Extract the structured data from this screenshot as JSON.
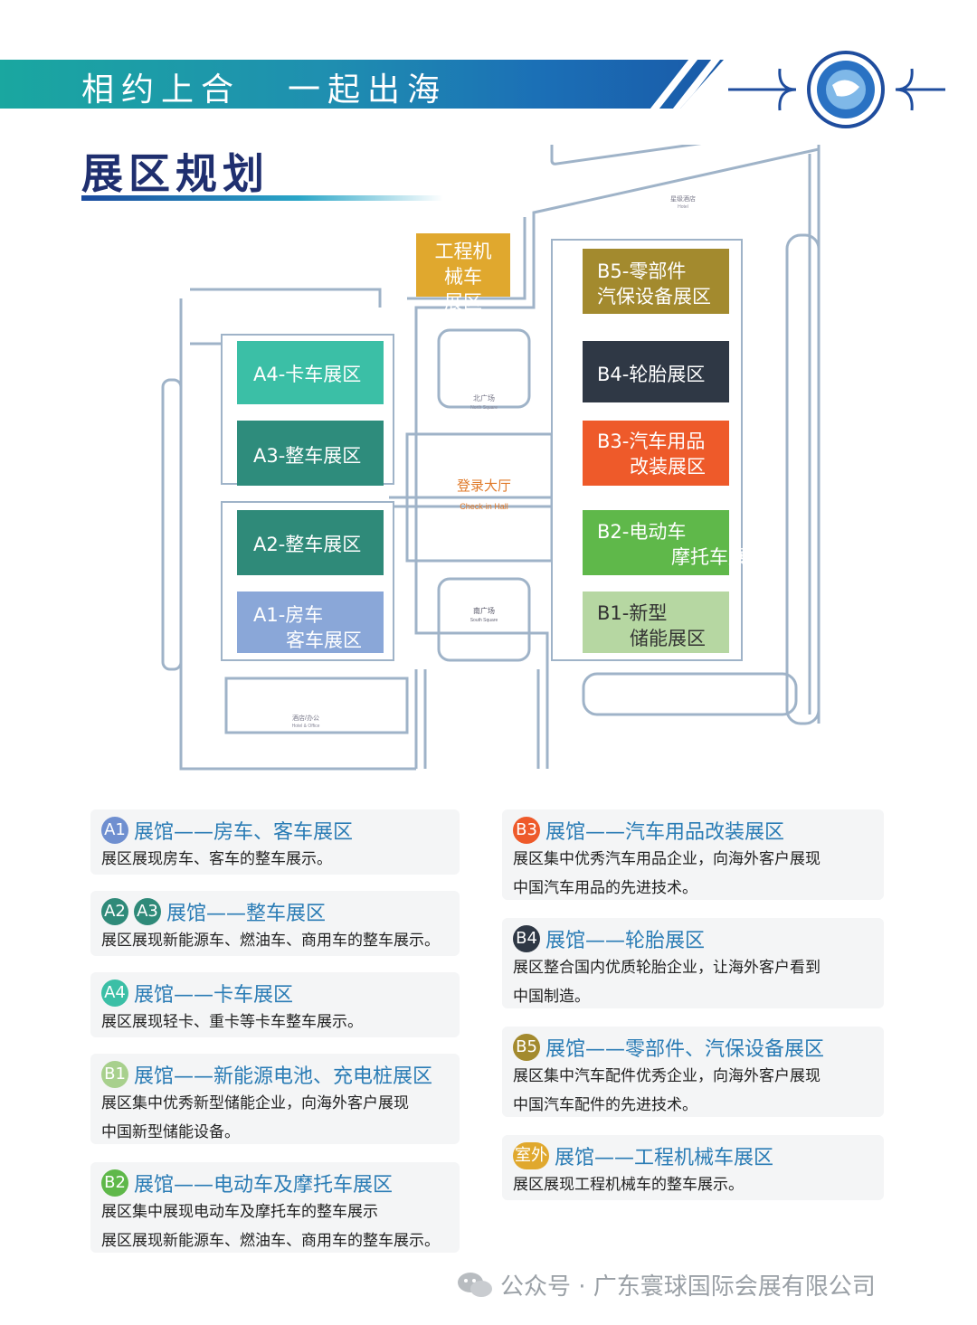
{
  "header": {
    "slogan_left": "相约上合",
    "slogan_right": "一起出海",
    "logo_icon": "expo-logo-icon"
  },
  "section_title": "展区规划",
  "map": {
    "zones": {
      "engineering": "工程机械车\n展区",
      "a4": "A4-卡车展区",
      "a3": "A3-整车展区",
      "a2": "A2-整车展区",
      "a1_line1": "A1-房车",
      "a1_line2": "客车展区",
      "b5_line1": "B5-零部件",
      "b5_line2": "汽保设备展区",
      "b4": "B4-轮胎展区",
      "b3_line1": "B3-汽车用品",
      "b3_line2": "改装展区",
      "b2_line1": "B2-电动车",
      "b2_line2": "摩托车展区",
      "b1_line1": "B1-新型",
      "b1_line2": "储能展区"
    },
    "hall_label": "登录大厅",
    "hall_label_en": "Check-in Hall",
    "north_square": "北广场",
    "north_square_en": "North Square",
    "south_square": "南广场",
    "south_square_en": "South Square",
    "hotel": "星级酒店",
    "hotel_en": "Hotel",
    "hotel_office": "酒店/办公",
    "hotel_office_en": "Hotel & Office",
    "colors": {
      "a4": "#3bbfa6",
      "a3": "#2e8c7c",
      "a2": "#2f8a79",
      "a1": "#8aa7d8",
      "b5": "#a38a2e",
      "b4": "#2f3845",
      "b3": "#ee5a2a",
      "b2": "#5fb84a",
      "b1": "#b6d7a2",
      "engineering": "#e0a82e"
    }
  },
  "cards": [
    {
      "badges": [
        "A1"
      ],
      "title": "展馆——房车、客车展区",
      "desc": [
        "展区展现房车、客车的整车展示。"
      ]
    },
    {
      "badges": [
        "A2",
        "A3"
      ],
      "title": "展馆——整车展区",
      "desc": [
        "展区展现新能源车、燃油车、商用车的整车展示。"
      ]
    },
    {
      "badges": [
        "A4"
      ],
      "title": "展馆——卡车展区",
      "desc": [
        "展区展现轻卡、重卡等卡车整车展示。"
      ]
    },
    {
      "badges": [
        "B1"
      ],
      "title": "展馆——新能源电池、充电桩展区",
      "desc": [
        "展区集中优秀新型储能企业，向海外客户展现",
        "中国新型储能设备。"
      ]
    },
    {
      "badges": [
        "B2"
      ],
      "title": "展馆——电动车及摩托车展区",
      "desc": [
        "展区集中展现电动车及摩托车的整车展示",
        "展区展现新能源车、燃油车、商用车的整车展示。"
      ]
    },
    {
      "badges": [
        "B3"
      ],
      "title": "展馆——汽车用品改装展区",
      "desc": [
        "展区集中优秀汽车用品企业，向海外客户展现",
        "中国汽车用品的先进技术。"
      ]
    },
    {
      "badges": [
        "B4"
      ],
      "title": "展馆——轮胎展区",
      "desc": [
        "展区整合国内优质轮胎企业，让海外客户看到",
        "中国制造。"
      ]
    },
    {
      "badges": [
        "B5"
      ],
      "title": "展馆——零部件、汽保设备展区",
      "desc": [
        "展区集中汽车配件优秀企业，向海外客户展现",
        "中国汽车配件的先进技术。"
      ]
    },
    {
      "badges": [
        "室外"
      ],
      "title": "展馆——工程机械车展区",
      "desc": [
        "展区展现工程机械车的整车展示。"
      ]
    }
  ],
  "badge_colors": {
    "A1": "#6f8fd0",
    "A2": "#2f8a79",
    "A3": "#2f8a79",
    "A4": "#3bbfa6",
    "B1": "#a8d08d",
    "B2": "#5fb84a",
    "B3": "#ee5a2a",
    "B4": "#2f3845",
    "B5": "#a38a2e",
    "室外": "#e0a82e"
  },
  "footer": {
    "icon": "wechat-icon",
    "text": "公众号 · 广东寰球国际会展有限公司"
  }
}
